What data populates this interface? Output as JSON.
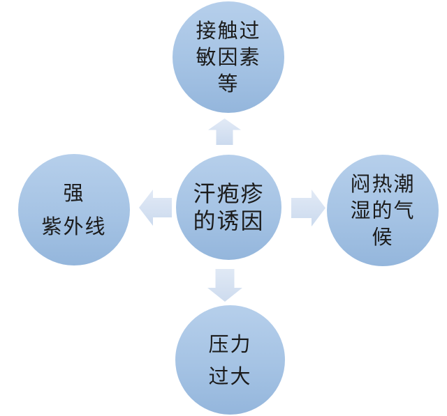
{
  "diagram": {
    "center": {
      "lines": [
        "汗疱疹",
        "的诱因"
      ]
    },
    "nodes": {
      "top": {
        "lines": [
          "接触过",
          "敏因素",
          "等"
        ]
      },
      "right": {
        "lines": [
          "闷热潮",
          "湿的气",
          "候"
        ]
      },
      "left": {
        "lines": [
          "强",
          "紫外线"
        ]
      },
      "bottom": {
        "lines": [
          "压力",
          "过大"
        ]
      }
    },
    "colors": {
      "circle_gradient_top": "#b6cfeb",
      "circle_gradient_bottom": "#94b6dc",
      "arrow_fill_light": "#e2eaf6",
      "arrow_fill_dark": "#cbdaee",
      "text": "#1b1b1b",
      "background": "#ffffff"
    }
  }
}
